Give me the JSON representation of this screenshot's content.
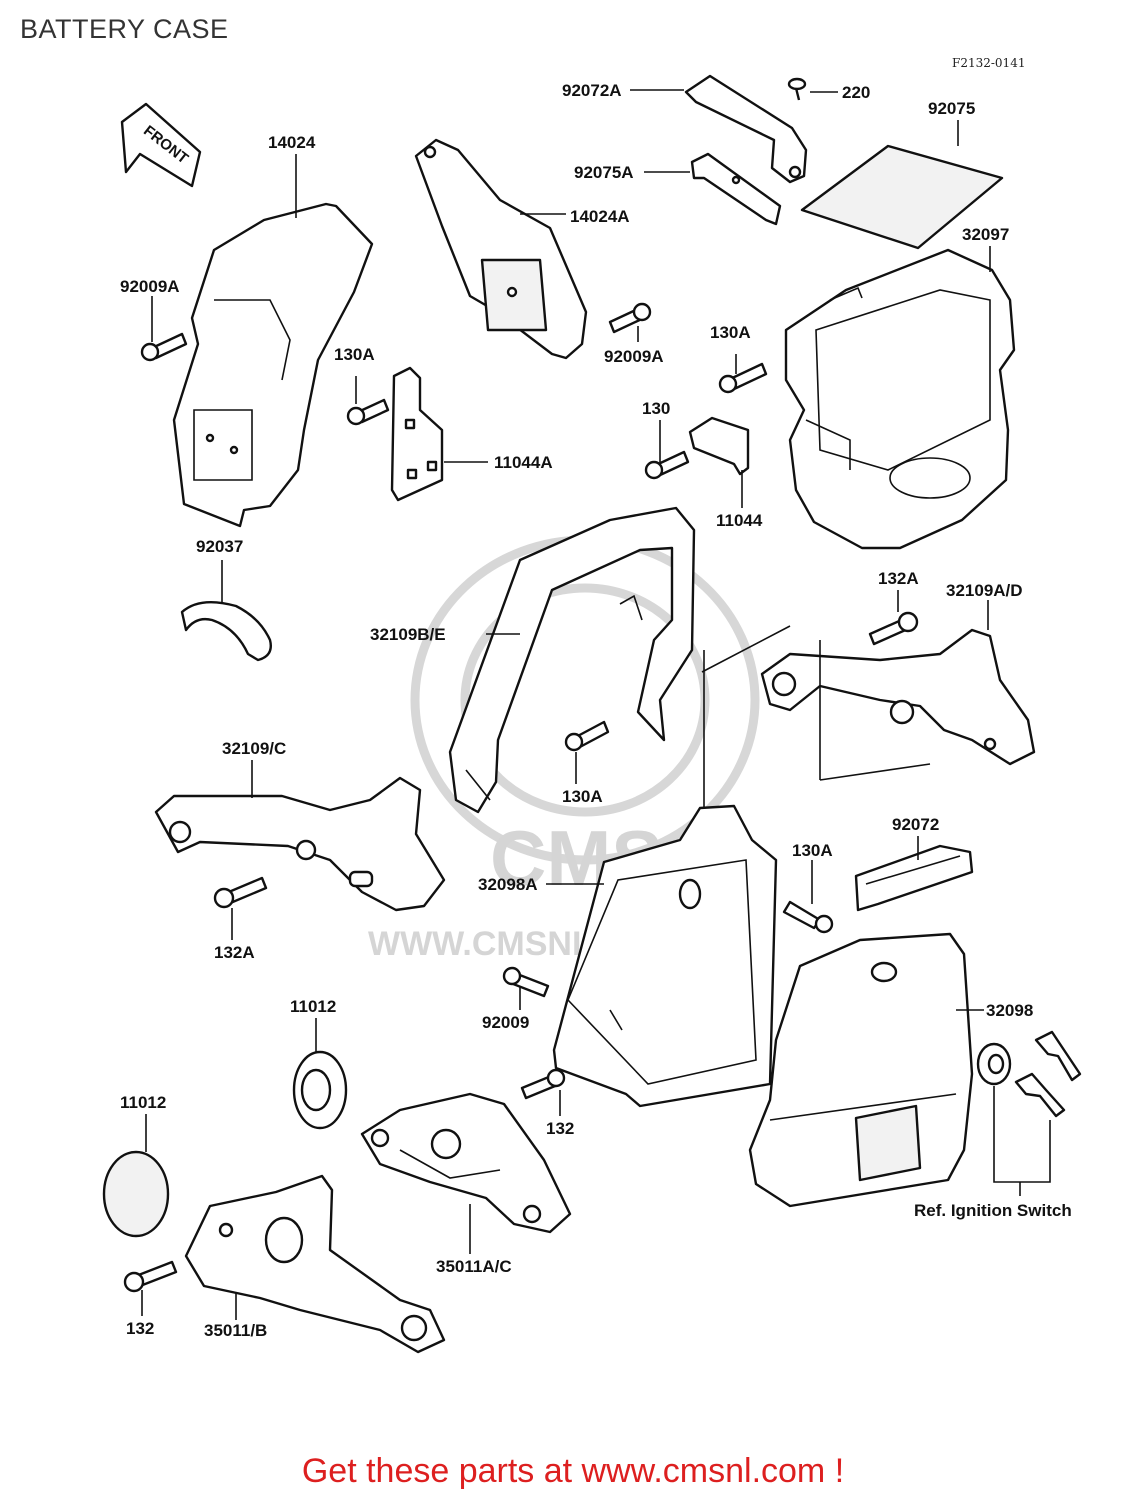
{
  "title": "BATTERY CASE",
  "diagram_code": "F2132-0141",
  "front_marker": "FRONT",
  "watermark": {
    "logo_text": "CMS",
    "url_text": "WWW.CMSNL.COM"
  },
  "part_labels": [
    {
      "id": "92072A",
      "text": "92072A"
    },
    {
      "id": "220",
      "text": "220"
    },
    {
      "id": "92075",
      "text": "92075"
    },
    {
      "id": "92075A",
      "text": "92075A"
    },
    {
      "id": "14024",
      "text": "14024"
    },
    {
      "id": "14024A",
      "text": "14024A"
    },
    {
      "id": "32097",
      "text": "32097"
    },
    {
      "id": "92009A-left",
      "text": "92009A"
    },
    {
      "id": "92009A-right",
      "text": "92009A"
    },
    {
      "id": "130A-upper",
      "text": "130A"
    },
    {
      "id": "130A-mid",
      "text": "130A"
    },
    {
      "id": "130",
      "text": "130"
    },
    {
      "id": "11044A",
      "text": "11044A"
    },
    {
      "id": "11044",
      "text": "11044"
    },
    {
      "id": "92037",
      "text": "92037"
    },
    {
      "id": "132A-right",
      "text": "132A"
    },
    {
      "id": "32109A/D",
      "text": "32109A/D"
    },
    {
      "id": "32109B/E",
      "text": "32109B/E"
    },
    {
      "id": "130A-bar",
      "text": "130A"
    },
    {
      "id": "32109/C",
      "text": "32109/C"
    },
    {
      "id": "92072",
      "text": "92072"
    },
    {
      "id": "130A-case",
      "text": "130A"
    },
    {
      "id": "32098A",
      "text": "32098A"
    },
    {
      "id": "132A-left",
      "text": "132A"
    },
    {
      "id": "11012-upper",
      "text": "11012"
    },
    {
      "id": "92009",
      "text": "92009"
    },
    {
      "id": "32098",
      "text": "32098"
    },
    {
      "id": "11012-lower",
      "text": "11012"
    },
    {
      "id": "132-mid",
      "text": "132"
    },
    {
      "id": "35011A/C",
      "text": "35011A/C"
    },
    {
      "id": "ref-ignition",
      "text": "Ref. Ignition Switch"
    },
    {
      "id": "132-low",
      "text": "132"
    },
    {
      "id": "35011/B",
      "text": "35011/B"
    }
  ],
  "footer": "Get these parts at www.cmsnl.com !",
  "colors": {
    "footer": "#dd1f1f",
    "title": "#333333",
    "line": "#111111",
    "watermark": "#d7d7d7"
  }
}
